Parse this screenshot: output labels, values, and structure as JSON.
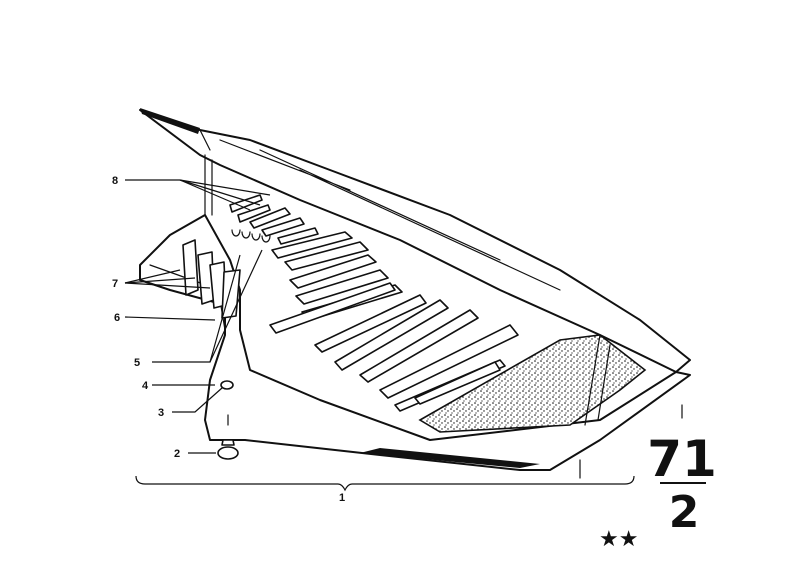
{
  "callouts": [
    {
      "id": "c1",
      "label": "1"
    },
    {
      "id": "c2",
      "label": "2"
    },
    {
      "id": "c3",
      "label": "3"
    },
    {
      "id": "c4",
      "label": "4"
    },
    {
      "id": "c5",
      "label": "5"
    },
    {
      "id": "c6",
      "label": "6"
    },
    {
      "id": "c7",
      "label": "7"
    },
    {
      "id": "c8",
      "label": "8"
    }
  ],
  "group_code": {
    "main": "71",
    "sub": "2"
  },
  "rating": "★★"
}
